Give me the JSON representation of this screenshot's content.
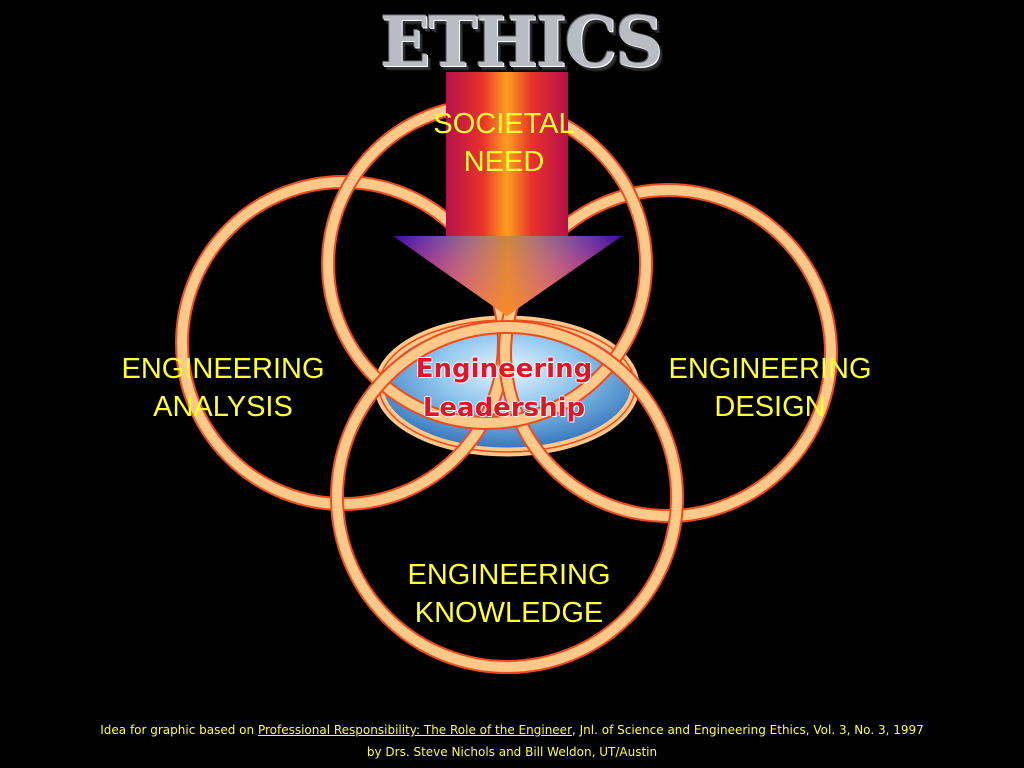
{
  "title": "ETHICS",
  "center": {
    "line1": "Engineering",
    "line2": "Leadership"
  },
  "circles": {
    "top": {
      "line1": "SOCIETAL",
      "line2": "NEED"
    },
    "left": {
      "line1": "ENGINEERING",
      "line2": "ANALYSIS"
    },
    "right": {
      "line1": "ENGINEERING",
      "line2": "DESIGN"
    },
    "bottom": {
      "line1": "ENGINEERING",
      "line2": "KNOWLEDGE"
    }
  },
  "footer": {
    "prefix": "Idea for graphic based on ",
    "link_text": "Professional Responsibility: The Role of the Engineer",
    "suffix": ", Jnl. of Science and Engineering Ethics, Vol. 3, No. 3, 1997",
    "line2": "by Drs. Steve Nichols and Bill Weldon, UT/Austin"
  },
  "colors": {
    "background": "#000000",
    "label_text": "#ffff33",
    "ring_fill": "#ffc98a",
    "ring_edge": "#f04a1e",
    "center_text": "#e3142a",
    "arrow_top": "#e01838",
    "arrow_bottom": "#3a0aa0"
  },
  "icons": {
    "arrow": "down-arrow-shape"
  }
}
